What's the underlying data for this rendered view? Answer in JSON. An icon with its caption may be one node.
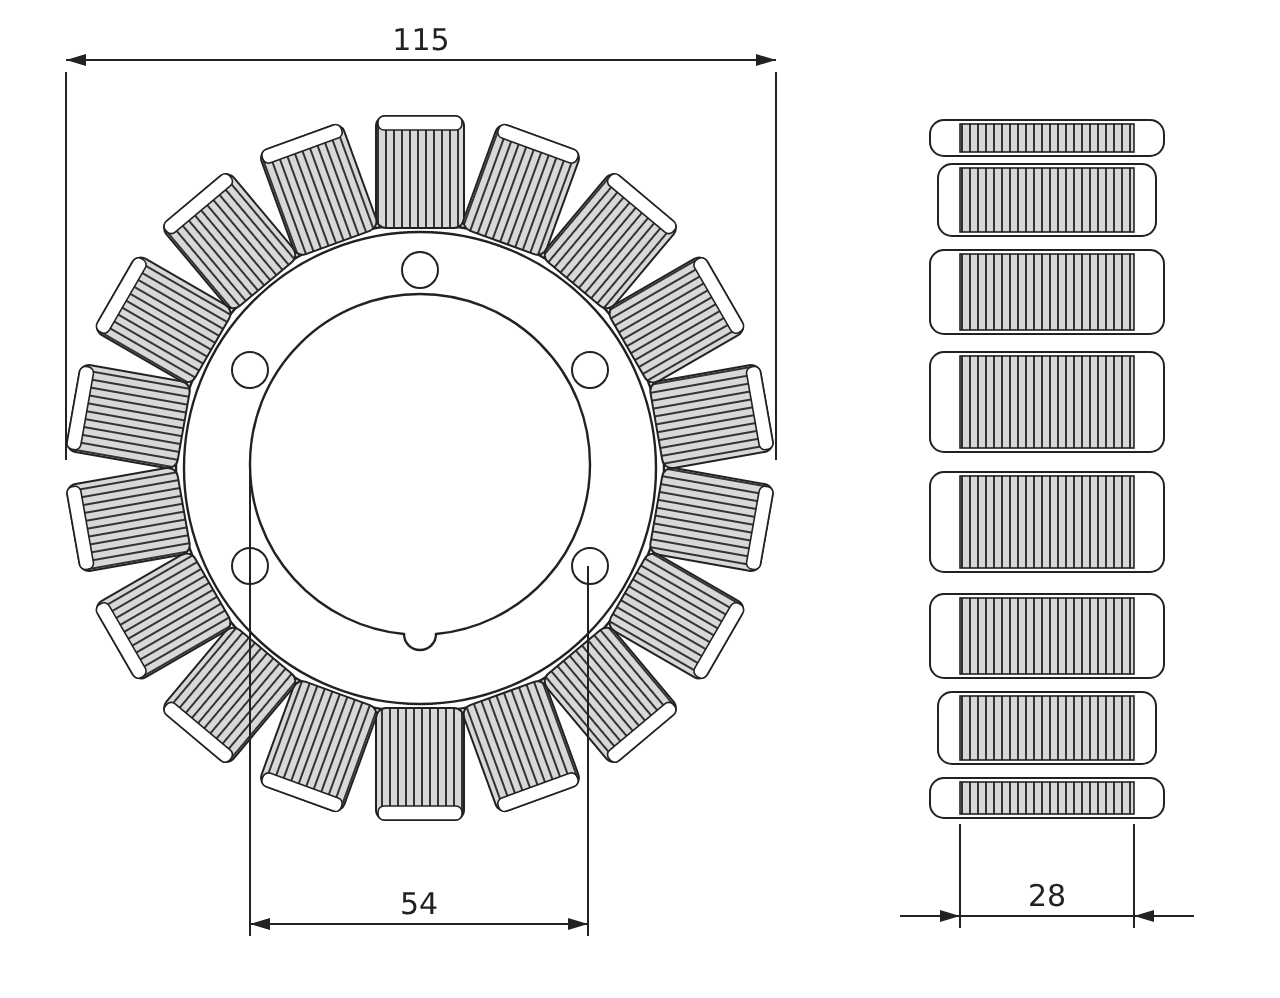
{
  "diagram": {
    "labels": [
      "115",
      "54",
      "28"
    ]
  }
}
